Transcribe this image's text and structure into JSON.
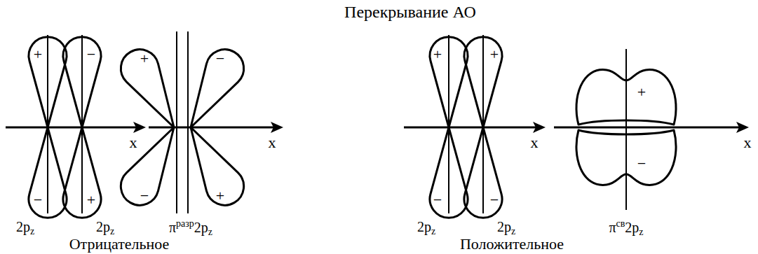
{
  "diagram": {
    "title": "Перекрывание АО",
    "labels": [
      "+",
      "−",
      "−",
      "+",
      "x",
      "2pz",
      "2pz",
      "+",
      "−",
      "−",
      "+",
      "x",
      "πразр2pz",
      "+",
      "+",
      "−",
      "−",
      "x",
      "2pz",
      "2pz",
      "+",
      "−",
      "x",
      "πсв2pz",
      "Отрицательное",
      "Положительное"
    ]
  }
}
